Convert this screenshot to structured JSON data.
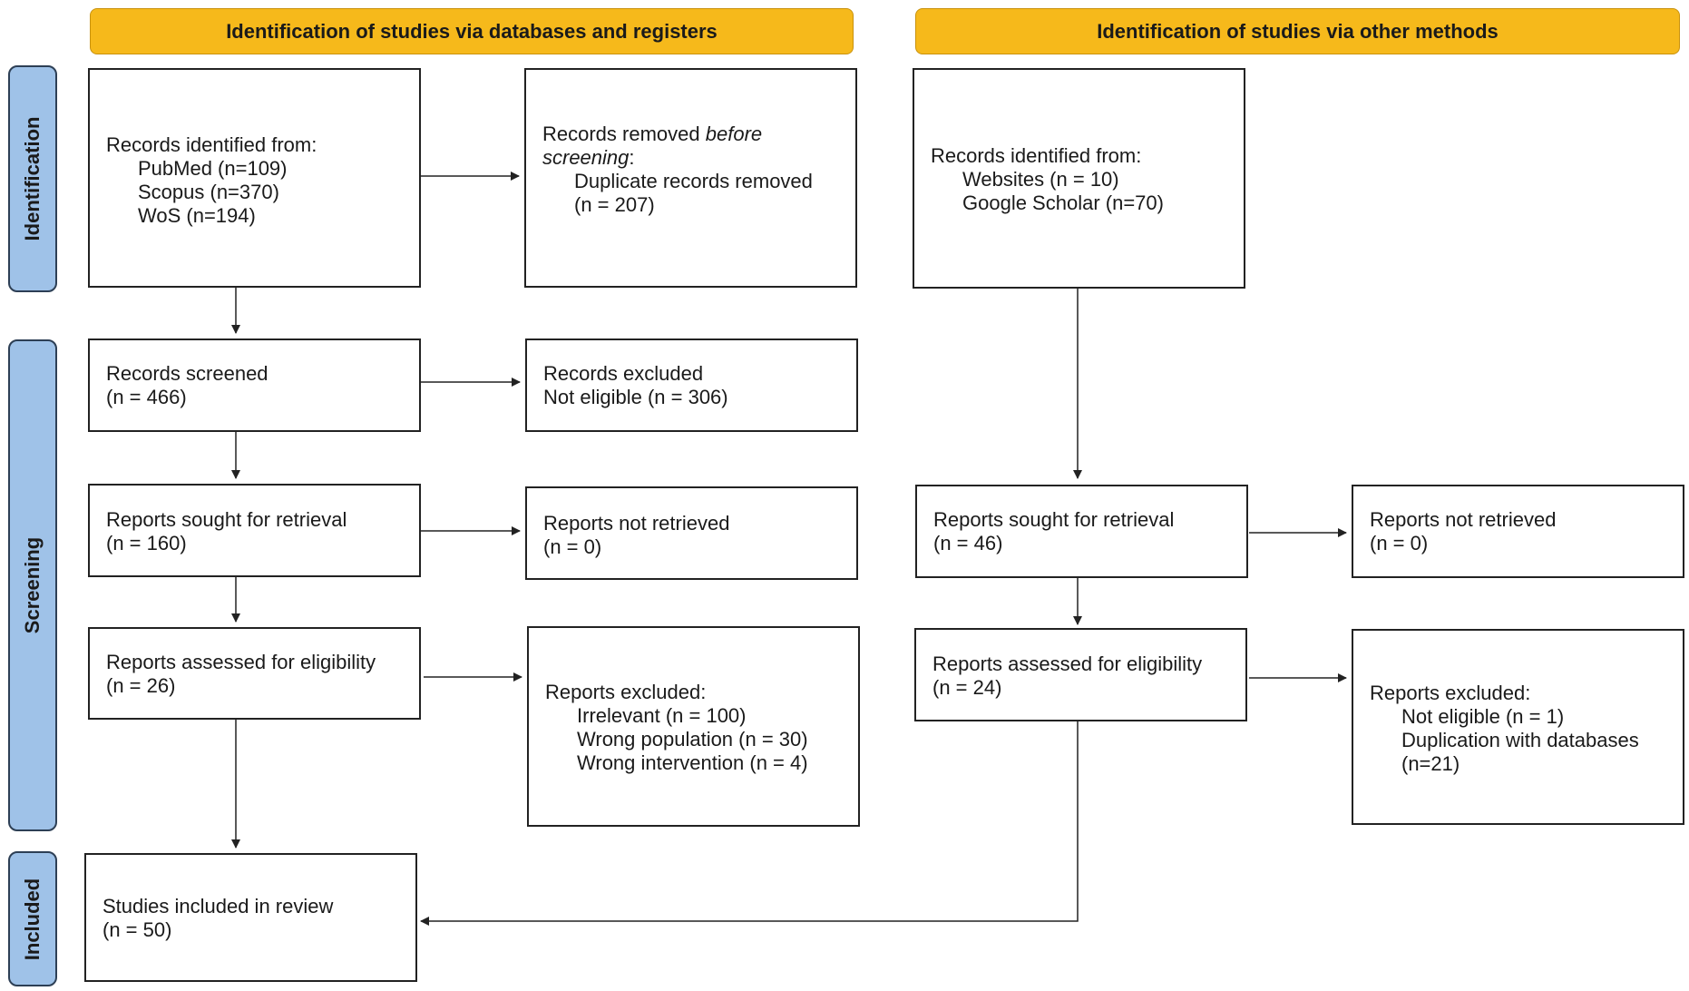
{
  "headers": {
    "left": "Identification of studies via databases and registers",
    "right": "Identification of studies via other methods"
  },
  "phases": {
    "identification": "Identification",
    "screening": "Screening",
    "included": "Included"
  },
  "db": {
    "identified": {
      "title": "Records identified from:",
      "items": [
        "PubMed (n=109)",
        "Scopus (n=370)",
        "WoS (n=194)"
      ]
    },
    "removed": {
      "line1": "Records removed ",
      "line1_em": "before",
      "line2_em": "screening",
      "line2_tail": ":",
      "items": [
        "Duplicate records removed",
        "(n = 207)"
      ]
    },
    "screened": {
      "title": "Records screened",
      "n": "(n = 466)"
    },
    "excluded": {
      "title": "Records excluded",
      "n": "Not eligible (n = 306)"
    },
    "sought": {
      "title": "Reports sought for retrieval",
      "n": "(n = 160)"
    },
    "not_retrieved": {
      "title": "Reports not retrieved",
      "n": "(n = 0)"
    },
    "assessed": {
      "title": "Reports assessed for eligibility",
      "n": "(n = 26)"
    },
    "reports_excluded": {
      "title": "Reports excluded:",
      "items": [
        "Irrelevant (n = 100)",
        "Wrong population (n = 30)",
        "Wrong intervention (n = 4)"
      ]
    },
    "included": {
      "title": "Studies included in review",
      "n": "(n = 50)"
    }
  },
  "other": {
    "identified": {
      "title": "Records identified from:",
      "items": [
        "Websites (n = 10)",
        "Google Scholar (n=70)"
      ]
    },
    "sought": {
      "title": "Reports sought for retrieval",
      "n": "(n = 46)"
    },
    "not_retrieved": {
      "title": "Reports not retrieved",
      "n": "(n = 0)"
    },
    "assessed": {
      "title": "Reports assessed for eligibility",
      "n": "(n = 24)"
    },
    "reports_excluded": {
      "title": "Reports excluded:",
      "items": [
        "Not eligible (n = 1)",
        "Duplication with databases",
        "(n=21)"
      ]
    }
  }
}
